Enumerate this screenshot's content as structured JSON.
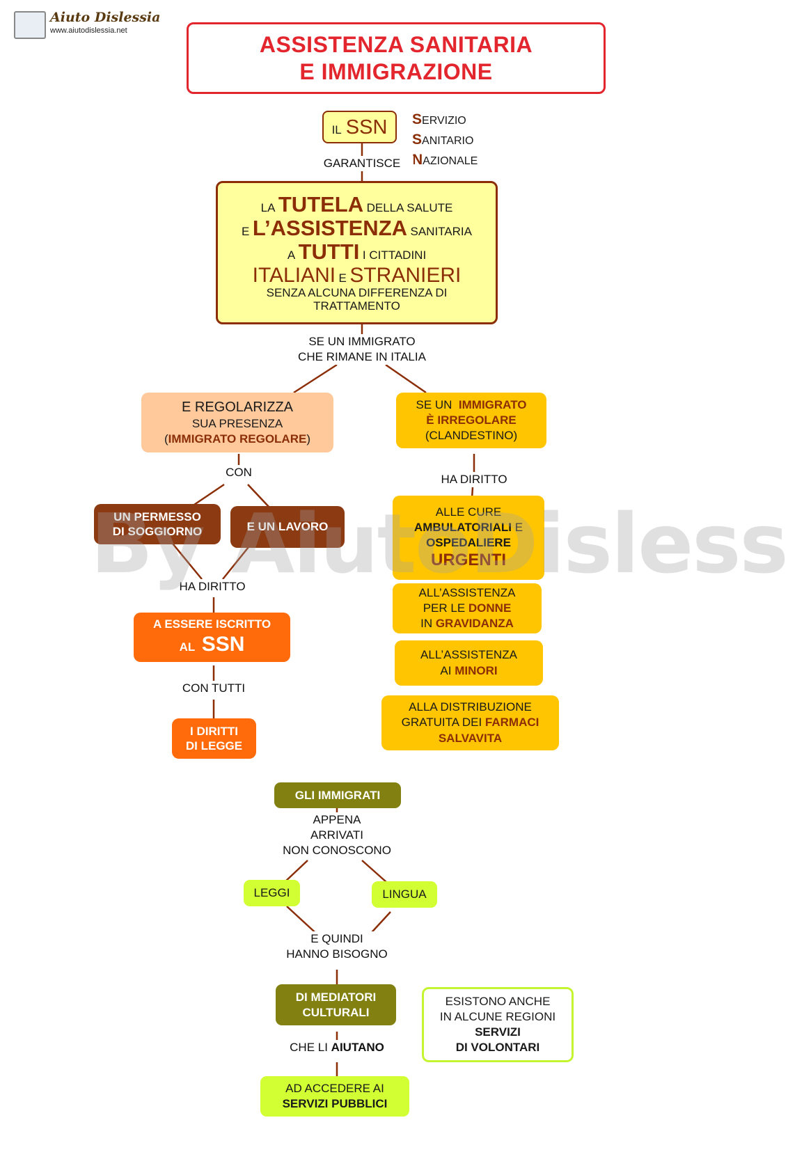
{
  "logo": {
    "title": "Aiuto Dislessia",
    "url": "www.aiutodislessia.net"
  },
  "watermark": "By AiutoDislessia.net",
  "title": {
    "line1": "ASSISTENZA SANITARIA",
    "line2": "E IMMIGRAZIONE"
  },
  "ssn": {
    "prefix": "IL",
    "name": "SSN",
    "acronym": [
      {
        "initial": "S",
        "rest": "ERVIZIO"
      },
      {
        "initial": "S",
        "rest": "ANITARIO"
      },
      {
        "initial": "N",
        "rest": "AZIONALE"
      }
    ]
  },
  "garantisce": "GARANTISCE",
  "main_box": {
    "l1a": "LA",
    "l1b": "TUTELA",
    "l1c": "DELLA SALUTE",
    "l2a": "E",
    "l2b": "L’ASSISTENZA",
    "l2c": "SANITARIA",
    "l3a": "A",
    "l3b": "TUTTI",
    "l3c": "I CITTADINI",
    "l4a": "ITALIANI",
    "l4b": "E",
    "l4c": "STRANIERI",
    "l5": "SENZA ALCUNA DIFFERENZA DI",
    "l6": "TRATTAMENTO"
  },
  "se_immigrato": {
    "line1": "SE UN IMMIGRATO",
    "line2": "CHE RIMANE IN ITALIA"
  },
  "regolare": {
    "line1": "E REGOLARIZZA",
    "line2": "SUA PRESENZA",
    "line3_open": "(",
    "line3_bold": "IMMIGRATO REGOLARE",
    "line3_close": ")"
  },
  "irregolare": {
    "line1_a": "SE UN",
    "line1_b": "IMMIGRATO",
    "line2": "È IRREGOLARE",
    "line3": "(CLANDESTINO)"
  },
  "con": "CON",
  "permesso": {
    "line1": "UN PERMESSO",
    "line2": "DI SOGGIORNO"
  },
  "lavoro": "E UN LAVORO",
  "ha_diritto_left": "HA DIRITTO",
  "iscritto": {
    "line1": "A ESSERE ISCRITTO",
    "line2a": "AL",
    "line2b": "SSN"
  },
  "con_tutti": "CON TUTTI",
  "diritti": {
    "line1": "I DIRITTI",
    "line2": "DI LEGGE"
  },
  "ha_diritto_right": "HA DIRITTO",
  "cure": {
    "line1": "ALLE CURE",
    "line2a": "AMBULATORIALI",
    "line2b": "E",
    "line3": "OSPEDALIERE",
    "line4": "URGENTI"
  },
  "donne": {
    "line1": "ALL’ASSISTENZA",
    "line2a": "PER LE",
    "line2b": "DONNE",
    "line3a": "IN",
    "line3b": "GRAVIDANZA"
  },
  "minori": {
    "line1": "ALL’ASSISTENZA",
    "line2a": "AI",
    "line2b": "MINORI"
  },
  "farmaci": {
    "line1": "ALLA DISTRIBUZIONE",
    "line2a": "GRATUITA DEI",
    "line2b": "FARMACI",
    "line3": "SALVAVITA"
  },
  "immigrati": "GLI IMMIGRATI",
  "appena": {
    "line1": "APPENA",
    "line2": "ARRIVATI",
    "line3": "NON CONOSCONO"
  },
  "leggi": "LEGGI",
  "lingua": "LINGUA",
  "quindi": {
    "line1": "E QUINDI",
    "line2": "HANNO BISOGNO"
  },
  "mediatori": {
    "line1": "DI MEDIATORI",
    "line2": "CULTURALI"
  },
  "aiutano": {
    "a": "CHE LI",
    "b": "AIUTANO"
  },
  "accedere": {
    "line1": "AD ACCEDERE AI",
    "line2": "SERVIZI PUBBLICI"
  },
  "volontari": {
    "line1": "ESISTONO ANCHE",
    "line2": "IN ALCUNE REGIONI",
    "line3": "SERVIZI",
    "line4": "DI VOLONTARI"
  },
  "colors": {
    "title_red": "#e3262d",
    "brown": "#8b2e07",
    "main_fill": "#ffff9e",
    "regolare_fill": "#ffc99b",
    "gold": "#ffc500",
    "dark_brown": "#8c3a12",
    "orange": "#ff6a0b",
    "olive": "#818010",
    "lime": "#d2ff33",
    "lime_border": "#c5f531"
  }
}
